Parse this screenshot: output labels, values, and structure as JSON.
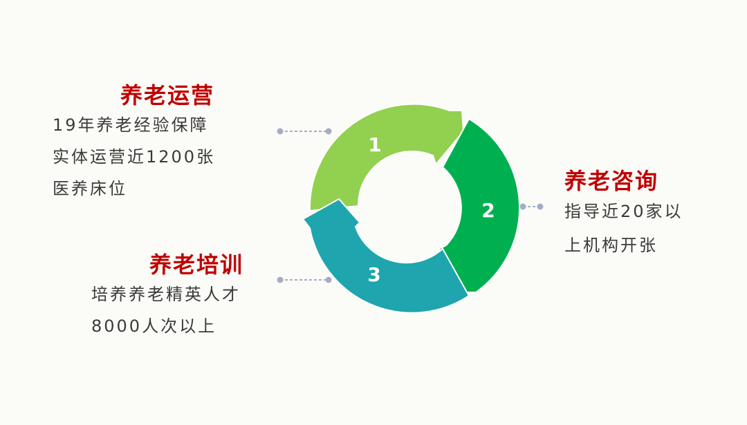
{
  "sections": [
    {
      "number": "1",
      "heading": "养老运营",
      "lines": [
        "19年养老经验保障",
        "实体运营近1200张",
        "医养床位"
      ],
      "color": "#92d050"
    },
    {
      "number": "2",
      "heading": "养老咨询",
      "lines": [
        "指导近20家以",
        "上机构开张"
      ],
      "color": "#00b050"
    },
    {
      "number": "3",
      "heading": "养老培训",
      "lines": [
        "培养养老精英人才",
        "8000人次以上"
      ],
      "color": "#1fa5ad"
    }
  ]
}
